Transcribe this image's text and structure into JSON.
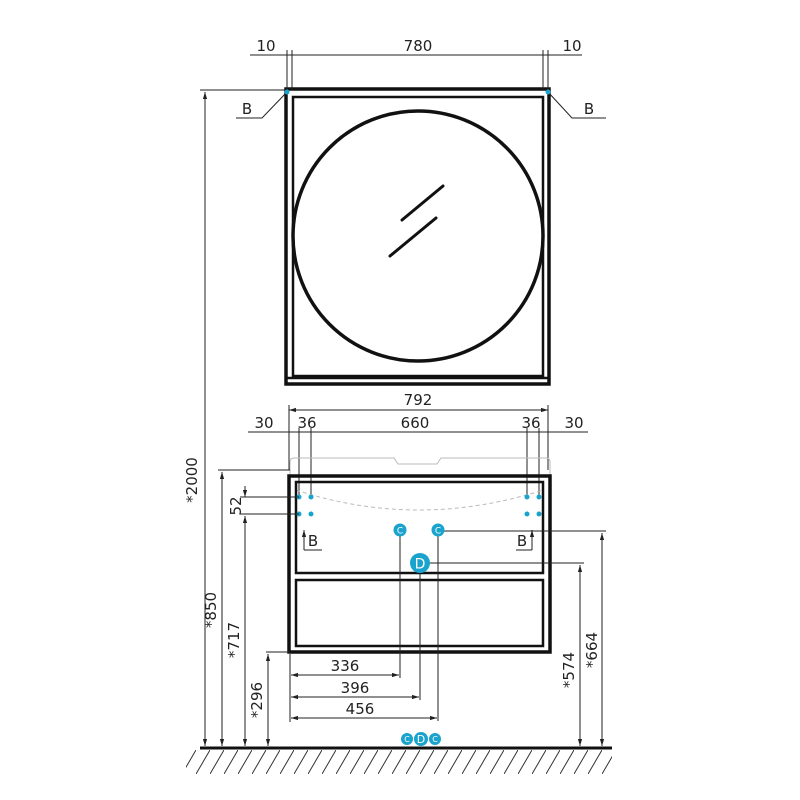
{
  "mirror": {
    "dims": {
      "left_gap": "10",
      "width": "780",
      "right_gap": "10"
    },
    "mount_label_left": "B",
    "mount_label_right": "B"
  },
  "overall_height": "*2000",
  "cabinet": {
    "total_width": "792",
    "dims": {
      "left_margin": "30",
      "left_offset": "36",
      "middle": "660",
      "right_offset": "36",
      "right_margin": "30"
    },
    "mount_spacing": "52",
    "mount_label_left": "B",
    "mount_label_right": "B",
    "heights": {
      "top": "*850",
      "mount": "*717",
      "bottom": "*296",
      "drain": "*574",
      "water": "*664"
    },
    "horizontal_offsets": {
      "cold": "336",
      "drain": "396",
      "hot": "456"
    }
  },
  "markers": {
    "c": "C",
    "d": "D"
  },
  "colors": {
    "marker": "#1aa3cc",
    "line": "#222222"
  }
}
